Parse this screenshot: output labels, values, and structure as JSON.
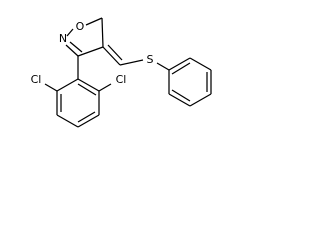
{
  "molecule": {
    "atoms": {
      "ring_oxygen": "O",
      "ring_nitrogen": "N",
      "sulfur": "S",
      "chlorine_left": "Cl",
      "chlorine_right": "Cl"
    }
  }
}
